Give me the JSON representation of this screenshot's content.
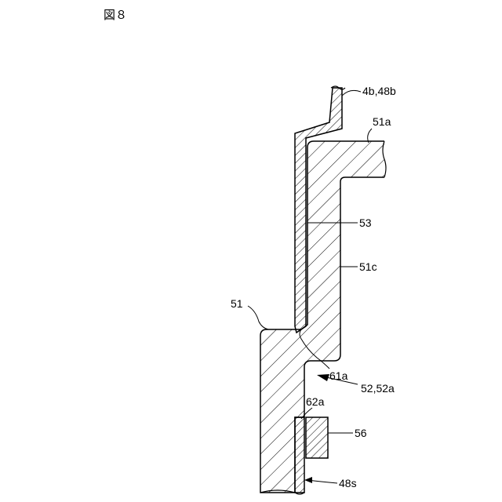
{
  "figure": {
    "title": "図８"
  },
  "labels": {
    "l_4b48b": "4b,48b",
    "l_51a": "51a",
    "l_53": "53",
    "l_51c": "51c",
    "l_51": "51",
    "l_61a": "61a",
    "l_5252a": "52,52a",
    "l_62a": "62a",
    "l_56": "56",
    "l_48s": "48s"
  }
}
